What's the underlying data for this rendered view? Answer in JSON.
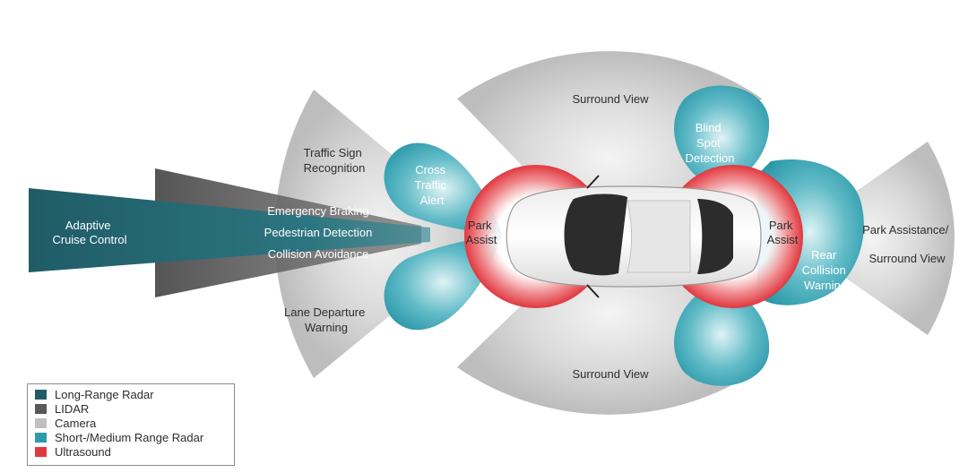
{
  "sensors": {
    "surround_view_top": "Surround View",
    "surround_view_bottom": "Surround View",
    "traffic_sign": [
      "Traffic Sign",
      "Recognition"
    ],
    "lane_departure": [
      "Lane Departure",
      "Warning"
    ],
    "cross_traffic": [
      "Cross",
      "Traffic",
      "Alert"
    ],
    "adaptive_cruise": [
      "Adaptive",
      "Cruise Control"
    ],
    "emergency_braking": "Emergency Braking",
    "pedestrian_detection": "Pedestrian Detection",
    "collision_avoidance": "Collision Avoidance",
    "park_assist_front": [
      "Park",
      "Assist"
    ],
    "park_assist_rear": [
      "Park",
      "Assist"
    ],
    "blind_spot": [
      "Blind",
      "Spot",
      "Detection"
    ],
    "rear_collision": [
      "Rear",
      "Collision",
      "Warning"
    ],
    "park_assistance_rear": [
      "Park Assistance/",
      "Surround View"
    ]
  },
  "colors": {
    "long_range_radar": "#1f5c66",
    "lidar": "#585858",
    "camera": "#c4c4c4",
    "short_medium_radar": "#2e9bab",
    "ultrasound": "#e0383f"
  },
  "legend": [
    {
      "label": "Long-Range Radar",
      "color": "#1f5c66"
    },
    {
      "label": "LIDAR",
      "color": "#585858"
    },
    {
      "label": "Camera",
      "color": "#bfbfbf"
    },
    {
      "label": "Short-/Medium Range Radar",
      "color": "#2e9bab"
    },
    {
      "label": "Ultrasound",
      "color": "#e0383f"
    }
  ]
}
